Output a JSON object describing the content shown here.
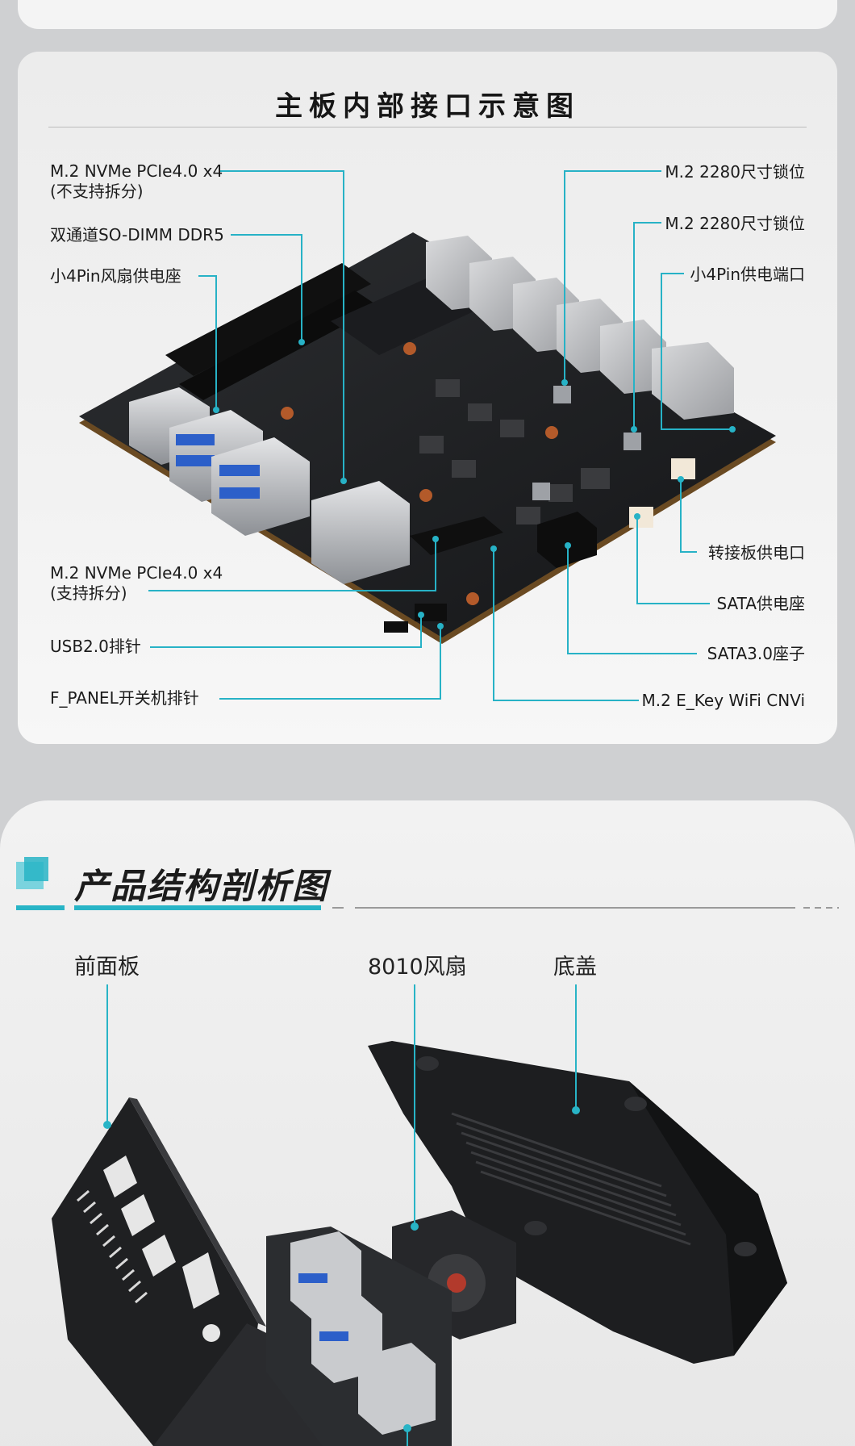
{
  "motherboard": {
    "title": "主板内部接口示意图",
    "left_labels": [
      {
        "line1": "M.2 NVMe PCIe4.0 x4",
        "line2": "(不支持拆分)"
      },
      {
        "line1": "双通道SO-DIMM DDR5",
        "line2": ""
      },
      {
        "line1": "小4Pin风扇供电座",
        "line2": ""
      },
      {
        "line1": "M.2 NVMe PCIe4.0 x4",
        "line2": "(支持拆分)"
      },
      {
        "line1": "USB2.0排针",
        "line2": ""
      },
      {
        "line1": "F_PANEL开关机排针",
        "line2": ""
      }
    ],
    "right_labels": [
      "M.2 2280尺寸锁位",
      "M.2 2280尺寸锁位",
      "小4Pin供电端口",
      "转接板供电口",
      "SATA供电座",
      "SATA3.0座子",
      "M.2 E_Key WiFi CNVi"
    ],
    "leader_color": "#27b2c6"
  },
  "structure": {
    "title": "产品结构剖析图",
    "parts": [
      "前面板",
      "8010风扇",
      "底盖"
    ],
    "accent_color": "#28b4c6"
  }
}
